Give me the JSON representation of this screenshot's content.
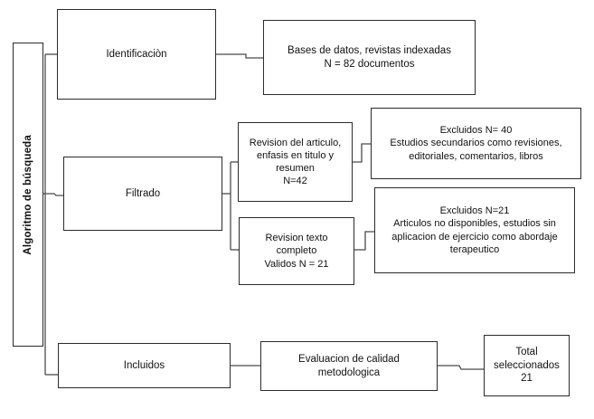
{
  "diagram": {
    "title": "Algoritmo de busqueda - diagrama de flujo de seleccion de estudios",
    "spine_label": "Algoritmo de búsqueda",
    "stages": [
      {
        "id": "identificacion",
        "label": "Identificaciòn"
      },
      {
        "id": "filtrado",
        "label": "Filtrado"
      },
      {
        "id": "incluidos",
        "label": "Incluidos"
      }
    ],
    "nodes": {
      "bases": "Bases de datos, revistas indexadas\nN = 82 documentos",
      "rev1": "Revision del articulo,\nenfasis en titulo y\nresumen\nN=42",
      "rev2": "Revision texto\ncompleto\nValidos N = 21",
      "exc1": "Excluidos N= 40\nEstudios secundarios como revisiones,\neditoriales, comentarios, libros",
      "exc2": "Excluidos N=21\nArticulos no disponibles, estudios sin\naplicacion de ejercicio como abordaje\nterapeutico",
      "eval": "Evaluacion de calidad\nmetodologica",
      "total": "Total\nseleccionados\n21"
    },
    "counts": {
      "identificados": 82,
      "revision_titulo_resumen": 42,
      "excluidos_secundarios": 40,
      "texto_completo_validos": 21,
      "excluidos_no_disponibles": 21,
      "total_seleccionados": 21
    },
    "colors": {
      "border": "#2b2b2b",
      "connector": "#4a4a4a",
      "background": "#ffffff",
      "text": "#111111"
    }
  }
}
